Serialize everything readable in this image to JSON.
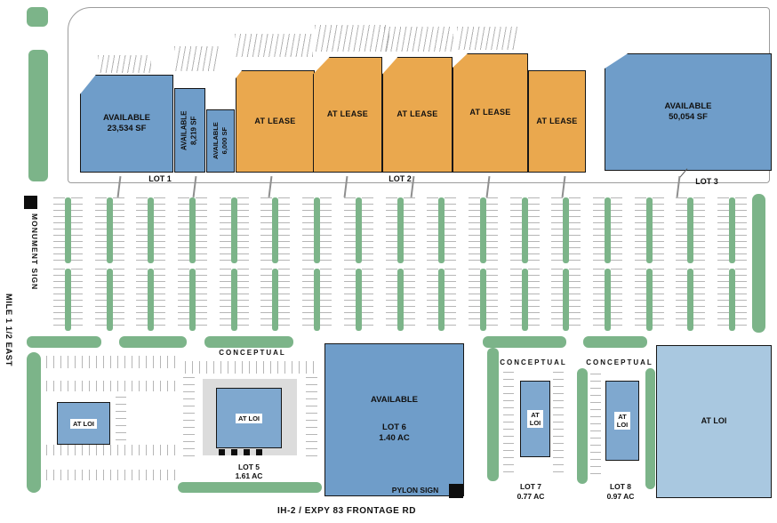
{
  "colors": {
    "available_blue": "#6f9dc9",
    "lease_orange": "#eaa84e",
    "loi_blue": "#7fa8cf",
    "loi_light_blue": "#a9c8e0",
    "landscape_green": "#7cb489",
    "parking_gray": "#b6b6b6"
  },
  "roads": {
    "bottom": "IH-2 / EXPY 83 FRONTAGE RD",
    "left": "MILE 1 1/2 EAST"
  },
  "signs": {
    "monument": "MONUMENT SIGN",
    "pylon": "PYLON SIGN"
  },
  "lots": {
    "lot1": "LOT 1",
    "lot2": "LOT 2",
    "lot3": "LOT 3"
  },
  "buildings": [
    {
      "status": "available",
      "line1": "AVAILABLE",
      "line2": "23,534 SF"
    },
    {
      "status": "available",
      "line1": "AVAILABLE",
      "line2": "8,219 SF"
    },
    {
      "status": "available",
      "line1": "AVAILABLE",
      "line2": "6,000 SF"
    },
    {
      "status": "lease",
      "line1": "AT LEASE"
    },
    {
      "status": "lease",
      "line1": "AT LEASE"
    },
    {
      "status": "lease",
      "line1": "AT LEASE"
    },
    {
      "status": "lease",
      "line1": "AT LEASE"
    },
    {
      "status": "lease",
      "line1": "AT LEASE"
    },
    {
      "status": "available",
      "line1": "AVAILABLE",
      "line2": "50,054 SF"
    }
  ],
  "pads": {
    "left_loi": {
      "label": "AT LOI"
    },
    "lot5": {
      "conceptual": "CONCEPTUAL",
      "label": "AT LOI",
      "name": "LOT 5",
      "area": "1.61 AC"
    },
    "lot6": {
      "line1": "AVAILABLE",
      "line2": "LOT 6",
      "line3": "1.40 AC"
    },
    "lot7": {
      "conceptual": "CONCEPTUAL",
      "label_line1": "AT",
      "label_line2": "LOI",
      "name": "LOT 7",
      "area": "0.77 AC"
    },
    "lot8": {
      "conceptual": "CONCEPTUAL",
      "label_line1": "AT",
      "label_line2": "LOI",
      "name": "LOT 8",
      "area": "0.97 AC"
    },
    "right_loi": {
      "label": "AT LOI"
    }
  }
}
